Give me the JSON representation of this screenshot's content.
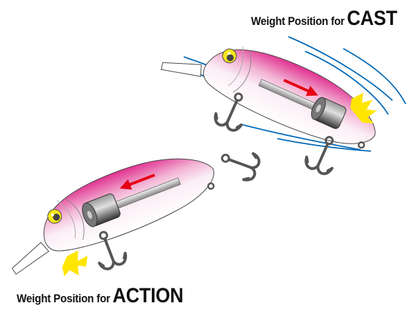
{
  "captions": {
    "cast": {
      "prefix": "Weight  Position for",
      "mode": "CAST"
    },
    "action": {
      "prefix": "Weight  Position for",
      "mode": "ACTION"
    }
  },
  "colors": {
    "body_pink": "#e0308f",
    "arrow_red": "#e60012",
    "impact_yellow": "#ffe600",
    "speed_lines": "#0068b7",
    "hook_gray": "#555555",
    "eye_yellow": "#f5e61e"
  }
}
